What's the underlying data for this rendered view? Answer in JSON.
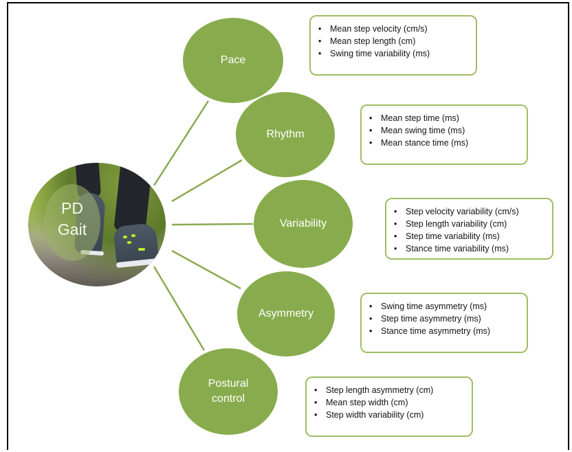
{
  "center": {
    "line1": "PD",
    "line2": "Gait"
  },
  "domains": [
    {
      "key": "pace",
      "label": "Pace",
      "measures": [
        "Mean step velocity (cm/s)",
        "Mean step length (cm)",
        "Swing time variability (ms)"
      ]
    },
    {
      "key": "rhythm",
      "label": "Rhythm",
      "measures": [
        "Mean step time (ms)",
        "Mean swing time (ms)",
        "Mean stance time (ms)"
      ]
    },
    {
      "key": "variability",
      "label": "Variability",
      "measures": [
        "Step velocity variability (cm/s)",
        "Step length variability (cm)",
        "Step time variability (ms)",
        "Stance time variability (ms)"
      ]
    },
    {
      "key": "asymmetry",
      "label": "Asymmetry",
      "measures": [
        "Swing time asymmetry (ms)",
        "Step time asymmetry (ms)",
        "Stance time asymmetry (ms)"
      ]
    },
    {
      "key": "postural",
      "label_line1": "Postural",
      "label_line2": "control",
      "measures": [
        "Step length asymmetry (cm)",
        "Mean step width (cm)",
        "Step width variability (cm)"
      ]
    }
  ],
  "colors": {
    "node_fill": "#88ac4d",
    "box_border": "#9fbe64",
    "connector": "#8aaa52"
  }
}
